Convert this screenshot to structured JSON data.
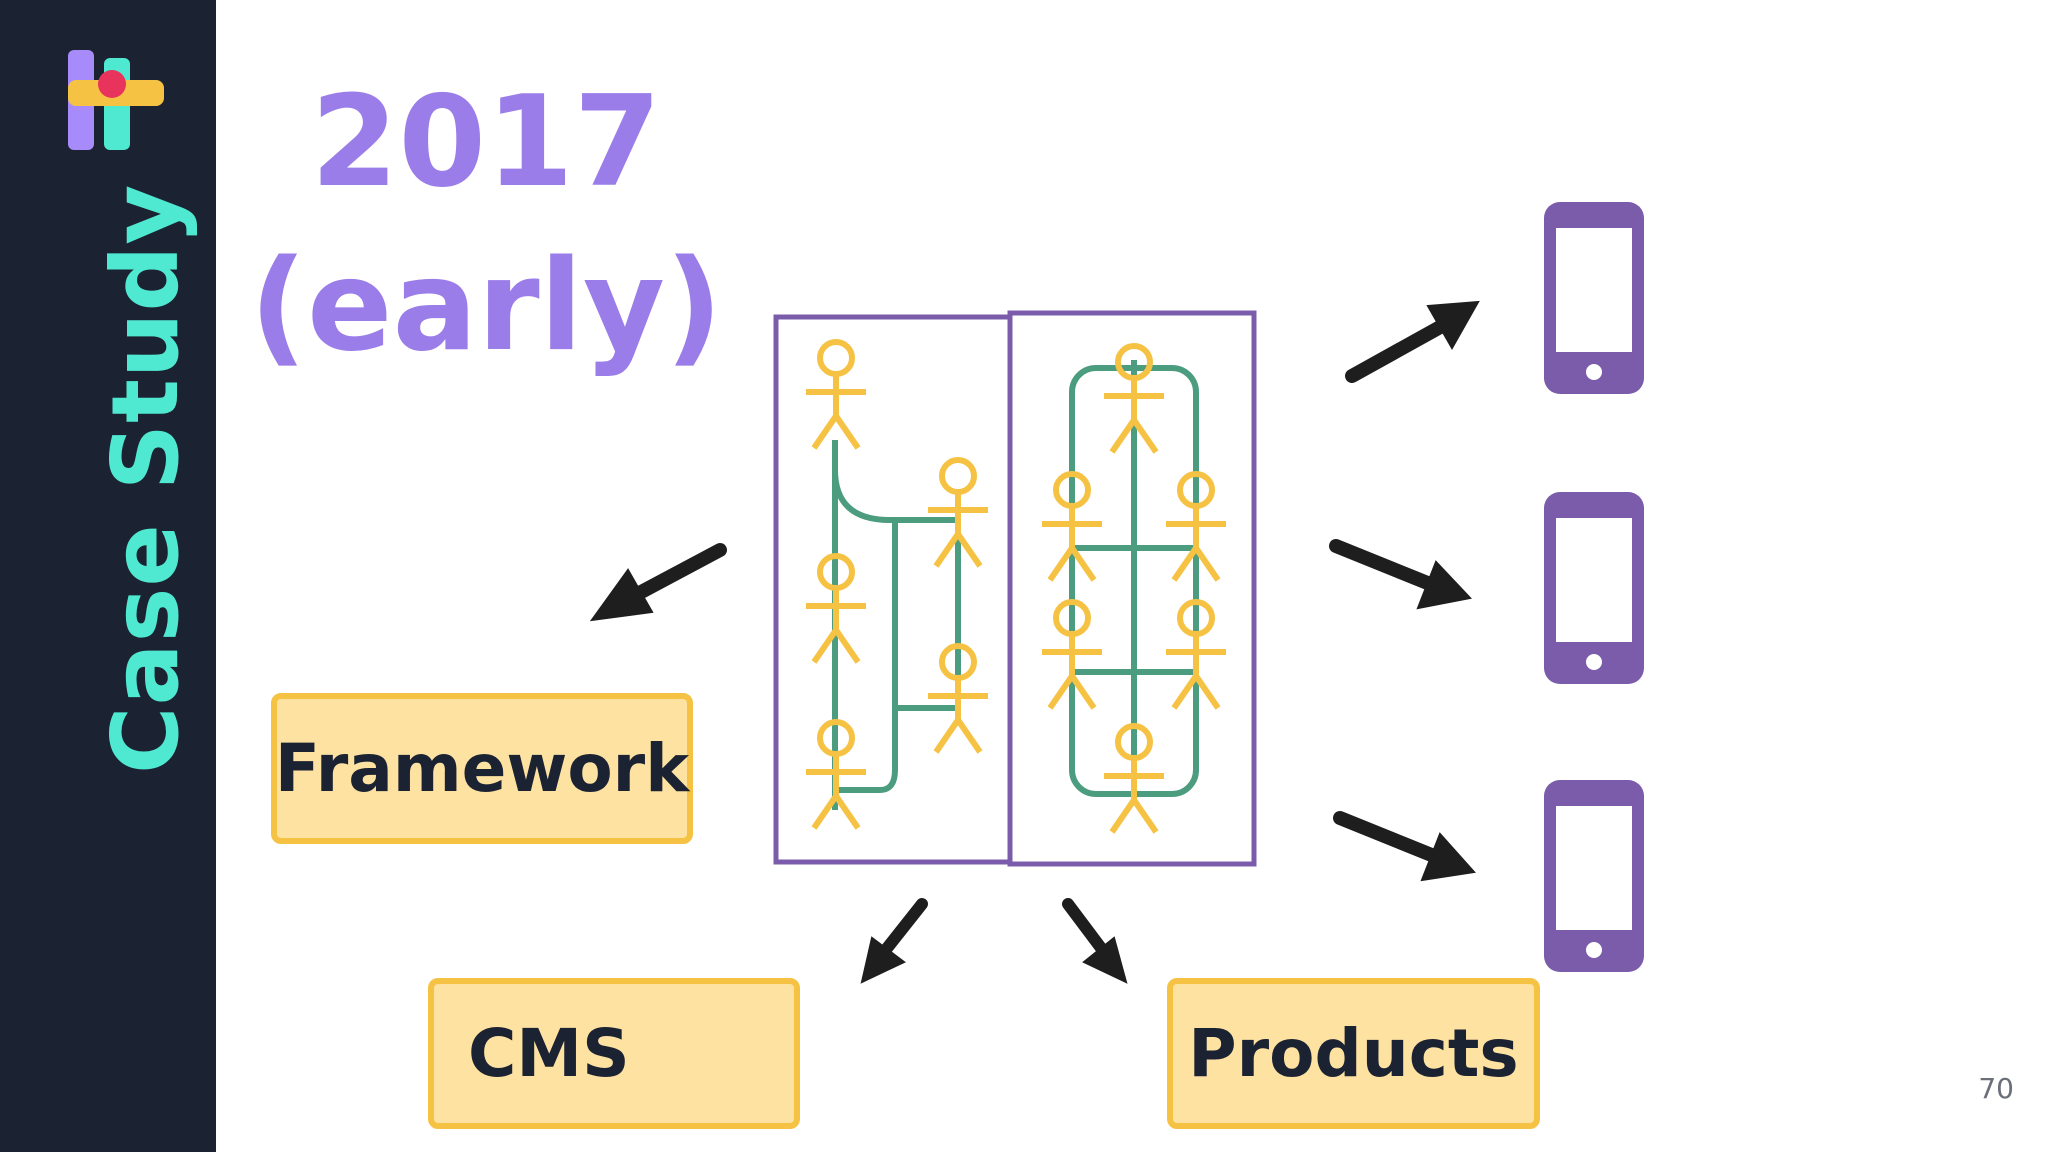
{
  "slide": {
    "sidebar_title": "Case Study",
    "headline_line1": "2017",
    "headline_line2": "(early)",
    "page_number": "70"
  },
  "labels": {
    "framework": "Framework",
    "cms": "CMS",
    "products": "Products"
  },
  "colors": {
    "sidebar_bg": "#1b2232",
    "sidebar_text": "#4fe9d2",
    "headline": "#9a7de8",
    "box_fill": "#fde2a2",
    "box_border": "#f6c244",
    "team_frame": "#7a5cab",
    "person": "#f6c244",
    "connector": "#4c9c80",
    "phone": "#7a5cab",
    "arrow": "#1e1e1e"
  },
  "icons": [
    "app-logo-icon",
    "person-icon",
    "phone-icon",
    "arrow-icon"
  ]
}
